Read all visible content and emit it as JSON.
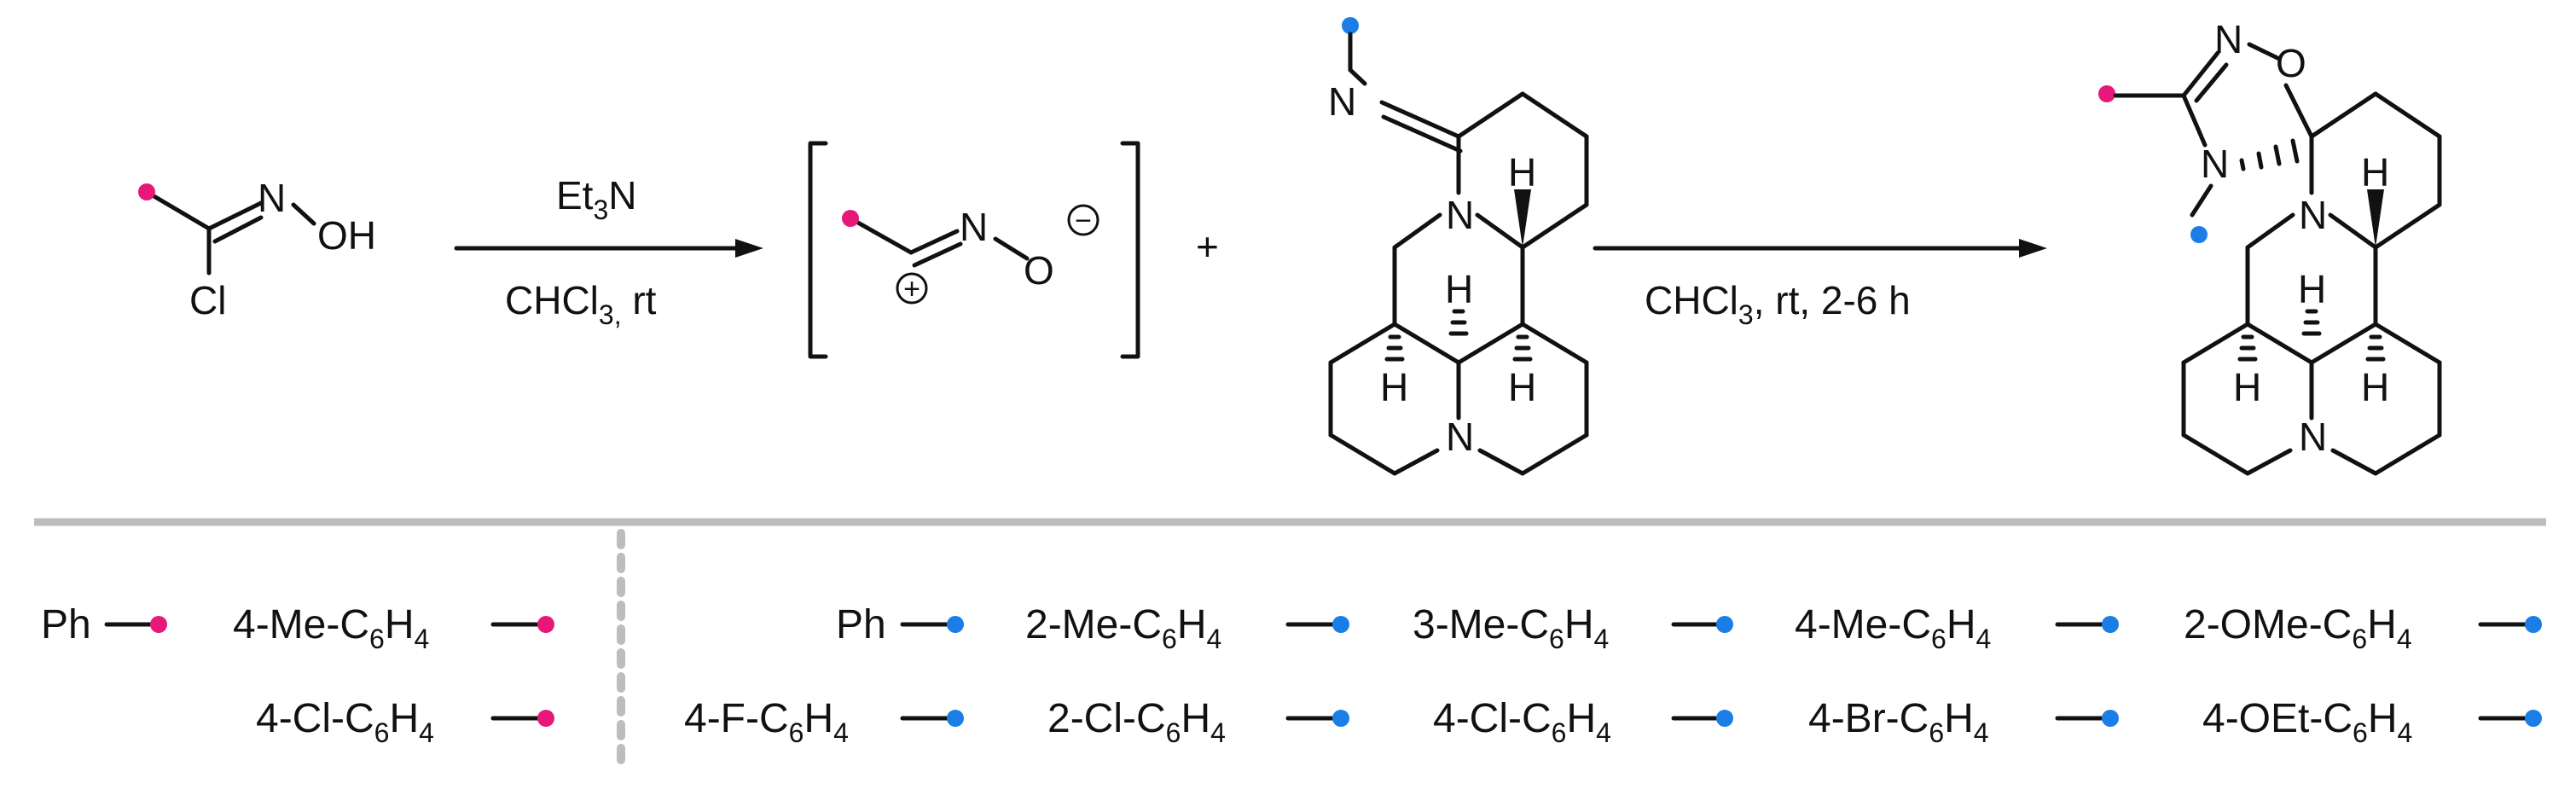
{
  "reaction": {
    "reagent_top": "Et",
    "reagent_top_sub": "3",
    "reagent_top_tail": "N",
    "reagent_bottom": "CHCl",
    "reagent_bottom_sub": "3,",
    "reagent_bottom_tail": " rt",
    "plus": "+",
    "conditions2": "CHCl",
    "conditions2_sub": "3",
    "conditions2_tail": ", rt, 2-6 h"
  },
  "atoms": {
    "N": "N",
    "O": "O",
    "OH": "OH",
    "Cl": "Cl",
    "H": "H",
    "plus_charge": "+",
    "minus_charge": "−"
  },
  "colors": {
    "pink": "#e6197a",
    "blue": "#1a7ee6",
    "divider": "#bdbdbd"
  },
  "legend": {
    "pink_items": [
      {
        "pre": "Ph",
        "sub": "",
        "post": ""
      },
      {
        "pre": "4-Me-C",
        "sub": "6",
        "post": "H"
      },
      {
        "pre": "4-Cl-C",
        "sub": "6",
        "post": "H"
      }
    ],
    "pink_item_h_sub": "4",
    "blue_items": [
      {
        "pre": "Ph",
        "sub": "",
        "post": ""
      },
      {
        "pre": "2-Me-C",
        "sub": "6",
        "post": "H"
      },
      {
        "pre": "3-Me-C",
        "sub": "6",
        "post": "H"
      },
      {
        "pre": "4-Me-C",
        "sub": "6",
        "post": "H"
      },
      {
        "pre": "2-OMe-C",
        "sub": "6",
        "post": "H"
      },
      {
        "pre": "4-F-C",
        "sub": "6",
        "post": "H"
      },
      {
        "pre": "2-Cl-C",
        "sub": "6",
        "post": "H"
      },
      {
        "pre": "4-Cl-C",
        "sub": "6",
        "post": "H"
      },
      {
        "pre": "4-Br-C",
        "sub": "6",
        "post": "H"
      },
      {
        "pre": "4-OEt-C",
        "sub": "6",
        "post": "H"
      }
    ],
    "blue_item_h_sub": "4"
  }
}
